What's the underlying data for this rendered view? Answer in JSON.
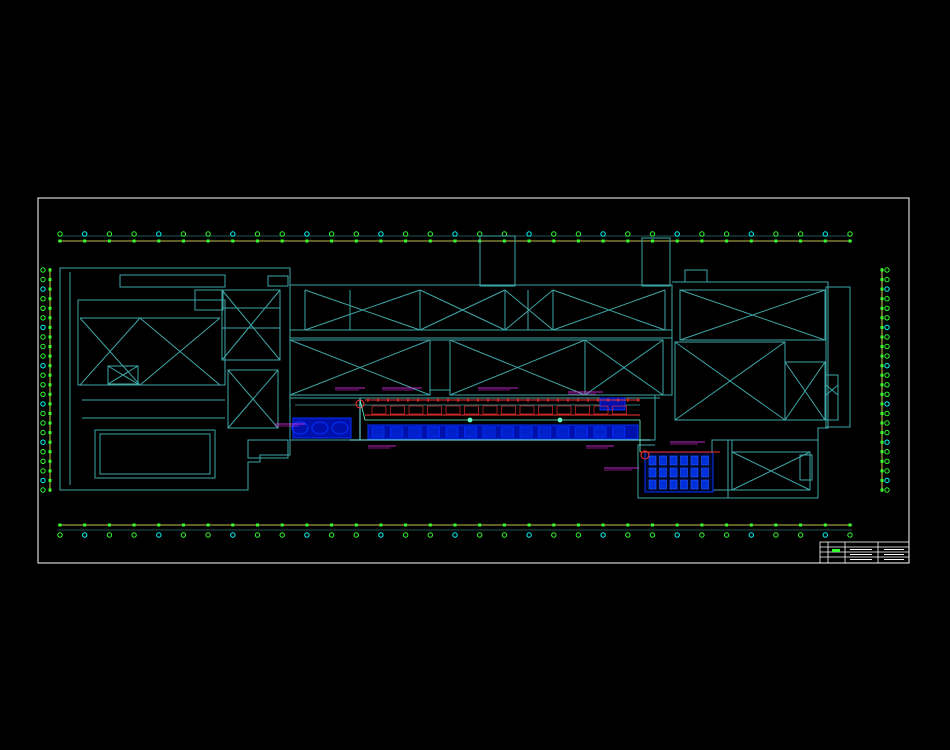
{
  "drawing": {
    "background": "#000000",
    "colors": {
      "frame": "#ffffff",
      "wall": "#3fa6a6",
      "wall_light": "#5ec8c8",
      "grid_line": "#ffff66",
      "grid_bubble": "#33ff33",
      "bubble_alt": "#00ffff",
      "duct": "#0033ff",
      "duct_fill": "#0010aa",
      "pipe_red": "#ff3333",
      "annot_magenta": "#ff33ff",
      "equip": "#66ffcc"
    },
    "grid_columns": 33,
    "grid_rows": 24,
    "title_block": {
      "rows": 4,
      "label": ""
    }
  }
}
